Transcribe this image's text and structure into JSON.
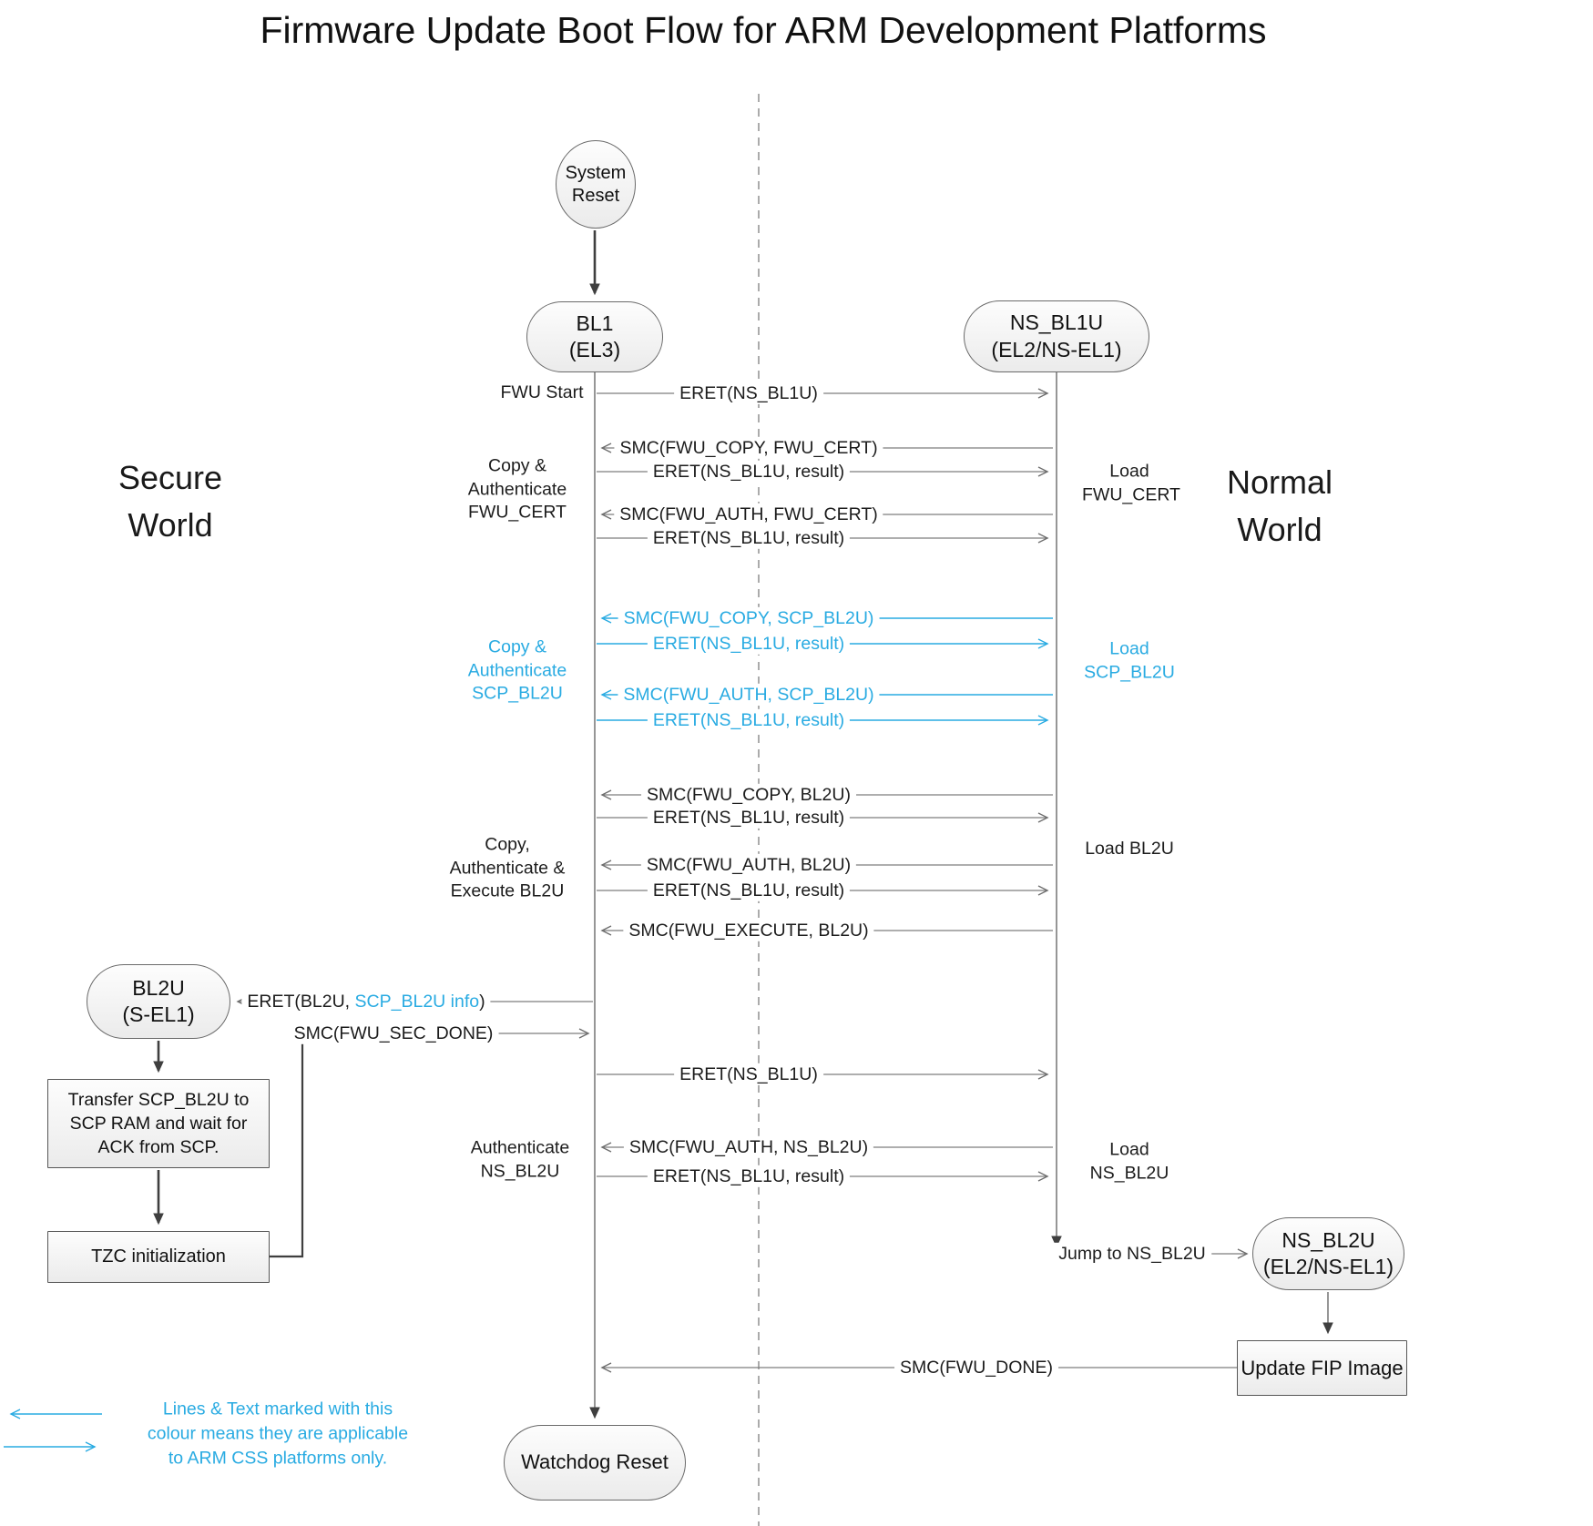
{
  "title": "Firmware Update Boot Flow for ARM Development Platforms",
  "worlds": {
    "secure": "Secure World",
    "normal": "Normal World"
  },
  "colors": {
    "highlight": "#29ABE2"
  },
  "nodes": {
    "system_reset": {
      "label": "System Reset"
    },
    "bl1": {
      "name": "BL1",
      "level": "(EL3)"
    },
    "ns_bl1u": {
      "name": "NS_BL1U",
      "level": "(EL2/NS-EL1)"
    },
    "bl2u": {
      "name": "BL2U",
      "level": "(S-EL1)"
    },
    "transfer_scp": {
      "label": "Transfer SCP_BL2U to SCP RAM and wait for ACK from SCP."
    },
    "tzc": {
      "label": "TZC initialization"
    },
    "ns_bl2u": {
      "name": "NS_BL2U",
      "level": "(EL2/NS-EL1)"
    },
    "update_fip": {
      "label": "Update FIP Image"
    },
    "watchdog": {
      "label": "Watchdog Reset"
    }
  },
  "messages": [
    {
      "label": "ERET(NS_BL1U)"
    },
    {
      "label": "SMC(FWU_COPY, FWU_CERT)"
    },
    {
      "label": "ERET(NS_BL1U, result)"
    },
    {
      "label": "SMC(FWU_AUTH, FWU_CERT)"
    },
    {
      "label": "ERET(NS_BL1U, result)"
    },
    {
      "label": "SMC(FWU_COPY, SCP_BL2U)"
    },
    {
      "label": "ERET(NS_BL1U, result)"
    },
    {
      "label": "SMC(FWU_AUTH, SCP_BL2U)"
    },
    {
      "label": "ERET(NS_BL1U, result)"
    },
    {
      "label": "SMC(FWU_COPY, BL2U)"
    },
    {
      "label": "ERET(NS_BL1U, result)"
    },
    {
      "label": "SMC(FWU_AUTH, BL2U)"
    },
    {
      "label": "ERET(NS_BL1U, result)"
    },
    {
      "label": "SMC(FWU_EXECUTE, BL2U)"
    },
    {
      "prefix": "ERET(BL2U, ",
      "highlight": "SCP_BL2U info",
      "suffix": ")"
    },
    {
      "label": "SMC(FWU_SEC_DONE)"
    },
    {
      "label": "ERET(NS_BL1U)"
    },
    {
      "label": "SMC(FWU_AUTH, NS_BL2U)"
    },
    {
      "label": "ERET(NS_BL1U, result)"
    },
    {
      "label": "Jump to NS_BL2U"
    },
    {
      "label": "SMC(FWU_DONE)"
    }
  ],
  "side_labels": {
    "fwu_start": "FWU Start",
    "copy_auth_fwu_cert": "Copy & Authenticate FWU_CERT",
    "load_fwu_cert": "Load FWU_CERT",
    "copy_auth_scp_bl2u": "Copy & Authenticate SCP_BL2U",
    "load_scp_bl2u": "Load SCP_BL2U",
    "copy_auth_exec_bl2u": "Copy, Authenticate & Execute BL2U",
    "load_bl2u": "Load BL2U",
    "auth_ns_bl2u": "Authenticate NS_BL2U",
    "load_ns_bl2u": "Load NS_BL2U"
  },
  "legend": {
    "text": "Lines & Text marked with this colour means they are applicable to ARM CSS platforms only."
  }
}
